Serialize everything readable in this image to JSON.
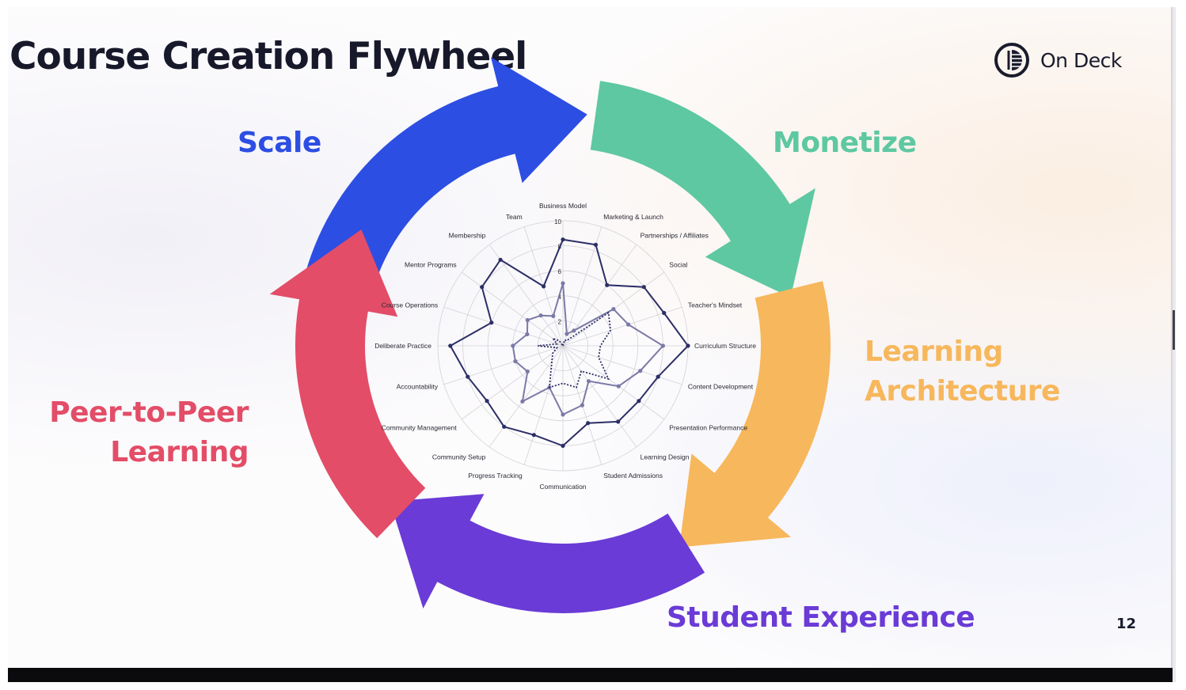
{
  "slide": {
    "title": "Course Creation Flywheel",
    "brand": "On Deck",
    "page_number": "12"
  },
  "flywheel": {
    "stages": [
      {
        "id": "scale",
        "lines": [
          "Scale"
        ],
        "color": "#2c4ee2"
      },
      {
        "id": "monetize",
        "lines": [
          "Monetize"
        ],
        "color": "#5ec8a2"
      },
      {
        "id": "learning-architecture",
        "lines": [
          "Learning",
          "Architecture"
        ],
        "color": "#f7b75c"
      },
      {
        "id": "student-experience",
        "lines": [
          "Student Experience"
        ],
        "color": "#6a3bd6"
      },
      {
        "id": "peer-to-peer-learning",
        "lines": [
          "Peer-to-Peer",
          "Learning"
        ],
        "color": "#e34d67"
      }
    ]
  },
  "chart_data": {
    "type": "radar",
    "categories": [
      "Business Model",
      "Marketing & Launch",
      "Partnerships / Affiliates",
      "Social",
      "Teacher's Mindset",
      "Curriculum Structure",
      "Content Development",
      "Presentation Performance",
      "Learning Design",
      "Student Admissions",
      "Communication",
      "Progress Tracking",
      "Community Setup",
      "Community Management",
      "Accountability",
      "Deliberate Practice",
      "Course Operations",
      "Mentor Programs",
      "Membership",
      "Team"
    ],
    "tick_labels": [
      "2",
      "4",
      "6",
      "8",
      "10"
    ],
    "rlim": [
      0,
      10
    ],
    "series": [
      {
        "color": "#2c2e66",
        "style": "solid",
        "values": [
          8.5,
          8.5,
          6,
          8,
          8.5,
          10,
          8,
          7.5,
          7.5,
          6.5,
          8,
          7.5,
          8,
          7.5,
          8,
          9,
          6,
          8,
          8.5,
          5
        ]
      },
      {
        "color": "#7b7aa6",
        "style": "solid",
        "values": [
          5,
          1,
          1.5,
          5,
          5.5,
          8,
          6.5,
          5.5,
          3.5,
          5,
          5.5,
          3.5,
          5.5,
          3.5,
          4,
          4,
          3,
          3.5,
          3,
          2.5
        ]
      },
      {
        "color": "#2c2e66",
        "style": "dotted",
        "values": [
          0,
          0.5,
          0.5,
          4.5,
          4,
          3,
          3,
          4.5,
          2.5,
          3.5,
          3,
          3.5,
          1.5,
          1,
          0.5,
          2,
          0.5,
          1,
          0.5,
          0
        ]
      }
    ]
  }
}
